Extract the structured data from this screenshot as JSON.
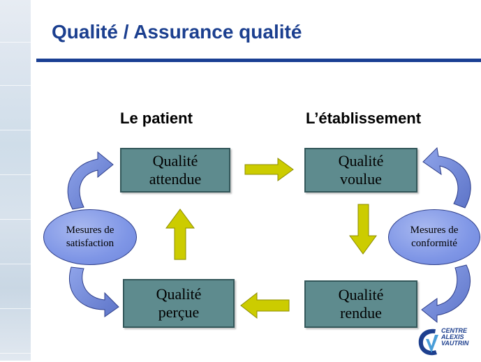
{
  "slide": {
    "title": "Qualité / Assurance qualité",
    "heading_left": "Le patient",
    "heading_right": "L’établissement"
  },
  "boxes": {
    "attendue": [
      "Qualité",
      "attendue"
    ],
    "voulue": [
      "Qualité",
      "voulue"
    ],
    "percue": [
      "Qualité",
      "perçue"
    ],
    "rendue": [
      "Qualité",
      "rendue"
    ]
  },
  "ovals": {
    "satisfaction": [
      "Mesures de",
      "satisfaction"
    ],
    "conformite": [
      "Mesures de",
      "conformité"
    ]
  },
  "logo": {
    "line1": "CENTRE",
    "line2": "ALEXIS",
    "line3": "VAUTRIN"
  },
  "colors": {
    "title": "#1b3f8f",
    "rule": "#1a3f93",
    "box_fill": "#5e8b8e",
    "arrow_fill": "#cccc00",
    "oval_fill": "#7f96e6"
  }
}
